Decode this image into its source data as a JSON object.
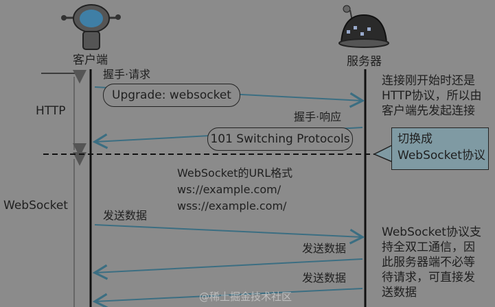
{
  "actors": {
    "client": "客户端",
    "server": "服务器"
  },
  "phases": {
    "http": "HTTP",
    "websocket": "WebSocket"
  },
  "handshake": {
    "request_label": "握手·请求",
    "request_header": "Upgrade: websocket",
    "response_label": "握手·响应",
    "response_status": "101 Switching Protocols"
  },
  "notes": {
    "http_note": [
      "连接刚开始时还是",
      "HTTP协议，所以由",
      "客户端先发起连接"
    ],
    "switch_callout": [
      "切换成",
      "WebSocket协议"
    ],
    "url_format": [
      "WebSocket的URL格式",
      "ws://example.com/",
      "wss://example.com/"
    ],
    "duplex_note": [
      "WebSocket协议支",
      "持全双工通信，因",
      "此服务器端不必等",
      "待请求，可直接发",
      "送数据"
    ]
  },
  "messages": [
    "发送数据",
    "发送数据",
    "发送数据"
  ],
  "watermark": "@稀土掘金技术社区",
  "colors": {
    "background": "#8b8b8b",
    "arrow": "#3b6e82",
    "callout": "#7f9aa3"
  }
}
